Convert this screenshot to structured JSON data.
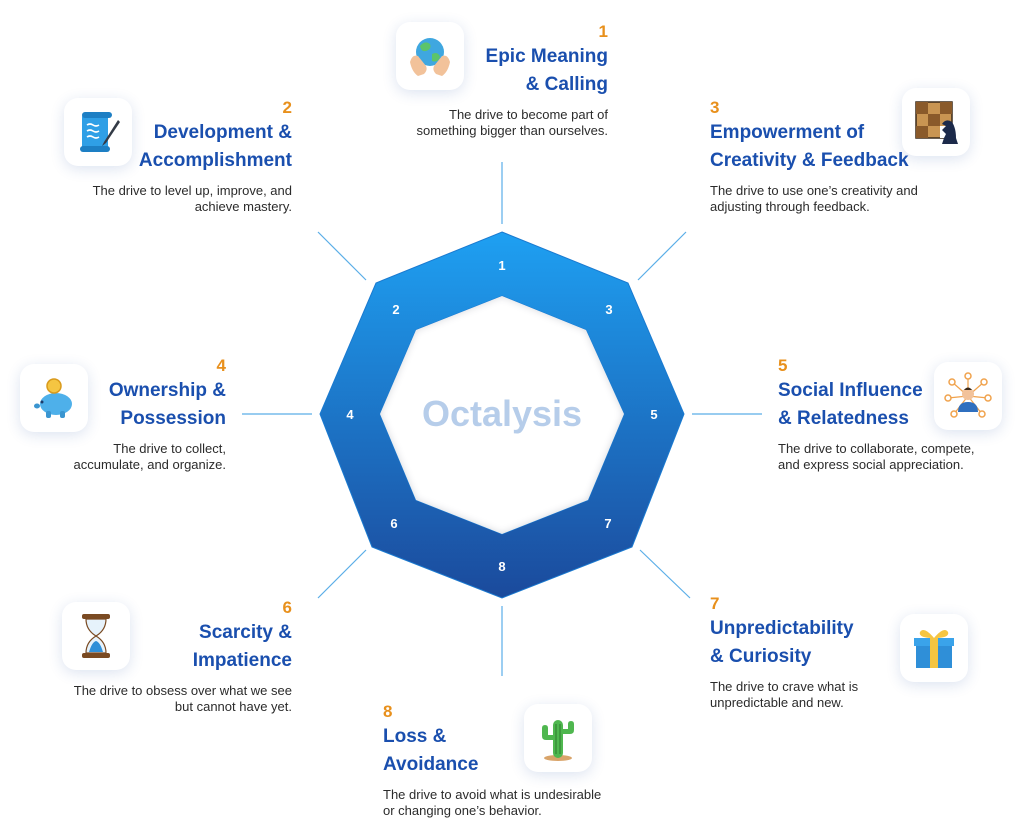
{
  "center_label": "Octalysis",
  "octagon_numbers": [
    "1",
    "2",
    "3",
    "4",
    "5",
    "6",
    "7",
    "8"
  ],
  "colors": {
    "number": "#e8901c",
    "title": "#1a4fae",
    "text": "#2b2b2b",
    "octagon_top": "#1ea0f2",
    "octagon_bottom": "#1b4a9c",
    "center_text": "#b6cdea"
  },
  "drives": [
    {
      "number": "1",
      "title_lines": [
        "Epic Meaning",
        "& Calling"
      ],
      "desc_lines": [
        "The drive to become part of",
        "something bigger than ourselves."
      ],
      "icon": "earth-in-hands-icon"
    },
    {
      "number": "2",
      "title_lines": [
        "Development &",
        "Accomplishment"
      ],
      "desc_lines": [
        "The drive to level up, improve, and",
        "achieve mastery."
      ],
      "icon": "scroll-quill-icon"
    },
    {
      "number": "3",
      "title_lines": [
        "Empowerment of",
        "Creativity & Feedback"
      ],
      "desc_lines": [
        "The drive to use one’s creativity and",
        "adjusting through feedback."
      ],
      "icon": "chess-board-icon"
    },
    {
      "number": "4",
      "title_lines": [
        "Ownership &",
        "Possession"
      ],
      "desc_lines": [
        "The drive to collect,",
        "accumulate, and organize."
      ],
      "icon": "piggy-bank-icon"
    },
    {
      "number": "5",
      "title_lines": [
        "Social Influence",
        "& Relatedness"
      ],
      "desc_lines": [
        "The drive to collaborate, compete,",
        "and express social appreciation."
      ],
      "icon": "social-network-icon"
    },
    {
      "number": "6",
      "title_lines": [
        "Scarcity &",
        "Impatience"
      ],
      "desc_lines": [
        "The drive to obsess over what we see",
        "but cannot have yet."
      ],
      "icon": "hourglass-icon"
    },
    {
      "number": "7",
      "title_lines": [
        "Unpredictability",
        "& Curiosity"
      ],
      "desc_lines": [
        "The drive to crave what is",
        "unpredictable and new."
      ],
      "icon": "gift-box-icon"
    },
    {
      "number": "8",
      "title_lines": [
        "Loss &",
        "Avoidance"
      ],
      "desc_lines": [
        "The drive to avoid what is undesirable",
        "or changing one’s behavior."
      ],
      "icon": "cactus-icon"
    }
  ]
}
